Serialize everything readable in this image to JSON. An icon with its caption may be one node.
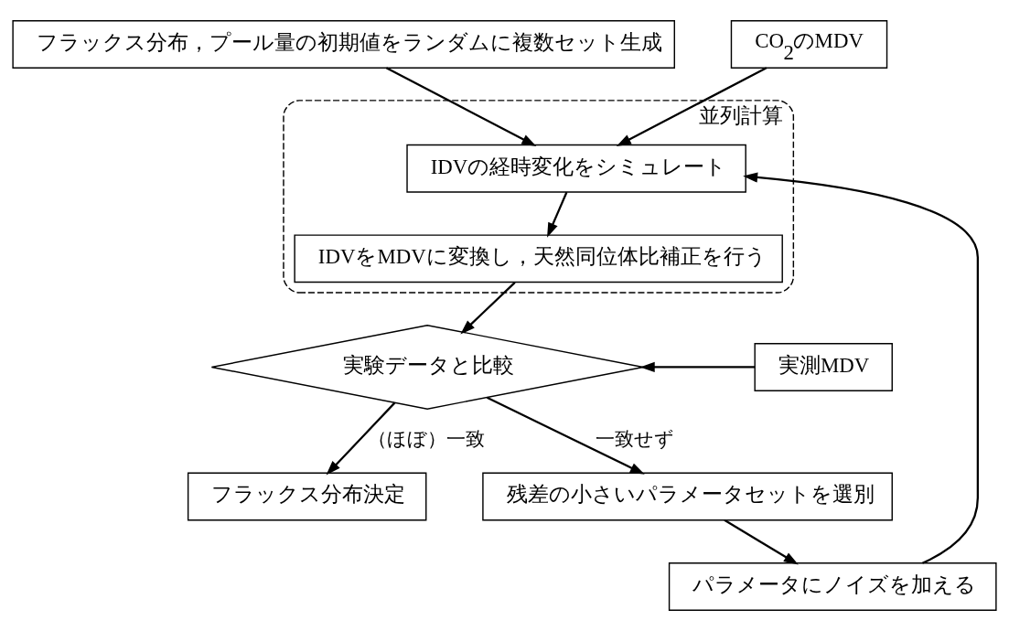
{
  "diagram": {
    "nodes": [
      {
        "text": [
          "フラックス分布，プール量の初期値をランダムに複数セット生成"
        ]
      },
      {
        "text": [
          "CO$_{2}$のMDV"
        ]
      },
      {
        "text": [
          "並列計算"
        ]
      },
      {
        "text": [
          "IDVの経時変化をシミュレート"
        ],
        "in": 2
      },
      {
        "text": [
          "IDVをMDVに変換し，天然同位体比補正を行う"
        ],
        "in": 2
      },
      {
        "text": [
          "実験データと比較"
        ]
      },
      {
        "text": [
          "実測MDV"
        ]
      },
      {
        "text": [
          "パラメータにノイズを加える"
        ]
      },
      {
        "text": [
          "残差の小さいパラメータセットを選別"
        ]
      },
      {
        "text": [
          "フラックス分布決定"
        ]
      }
    ],
    "edges": [
      {
        "from": 0,
        "to": 3,
        "arrow": "to"
      },
      {
        "from": 1,
        "to": 3,
        "arrow": "to"
      },
      {
        "from": 7,
        "to": 3,
        "arrow": "to"
      },
      {
        "from": 3,
        "to": 4,
        "arrow": "to"
      },
      {
        "from": 4,
        "to": 5,
        "arrow": "to"
      },
      {
        "from": 6,
        "to": 5,
        "arrow": "to"
      },
      {
        "from": 5,
        "to": 8,
        "label": "一致せず",
        "arrow": "to"
      },
      {
        "from": 8,
        "to": 7,
        "arrow": "to"
      },
      {
        "from": 5,
        "to": 9,
        "label": "（ほぼ）一致",
        "arrow": "to"
      }
    ]
  }
}
